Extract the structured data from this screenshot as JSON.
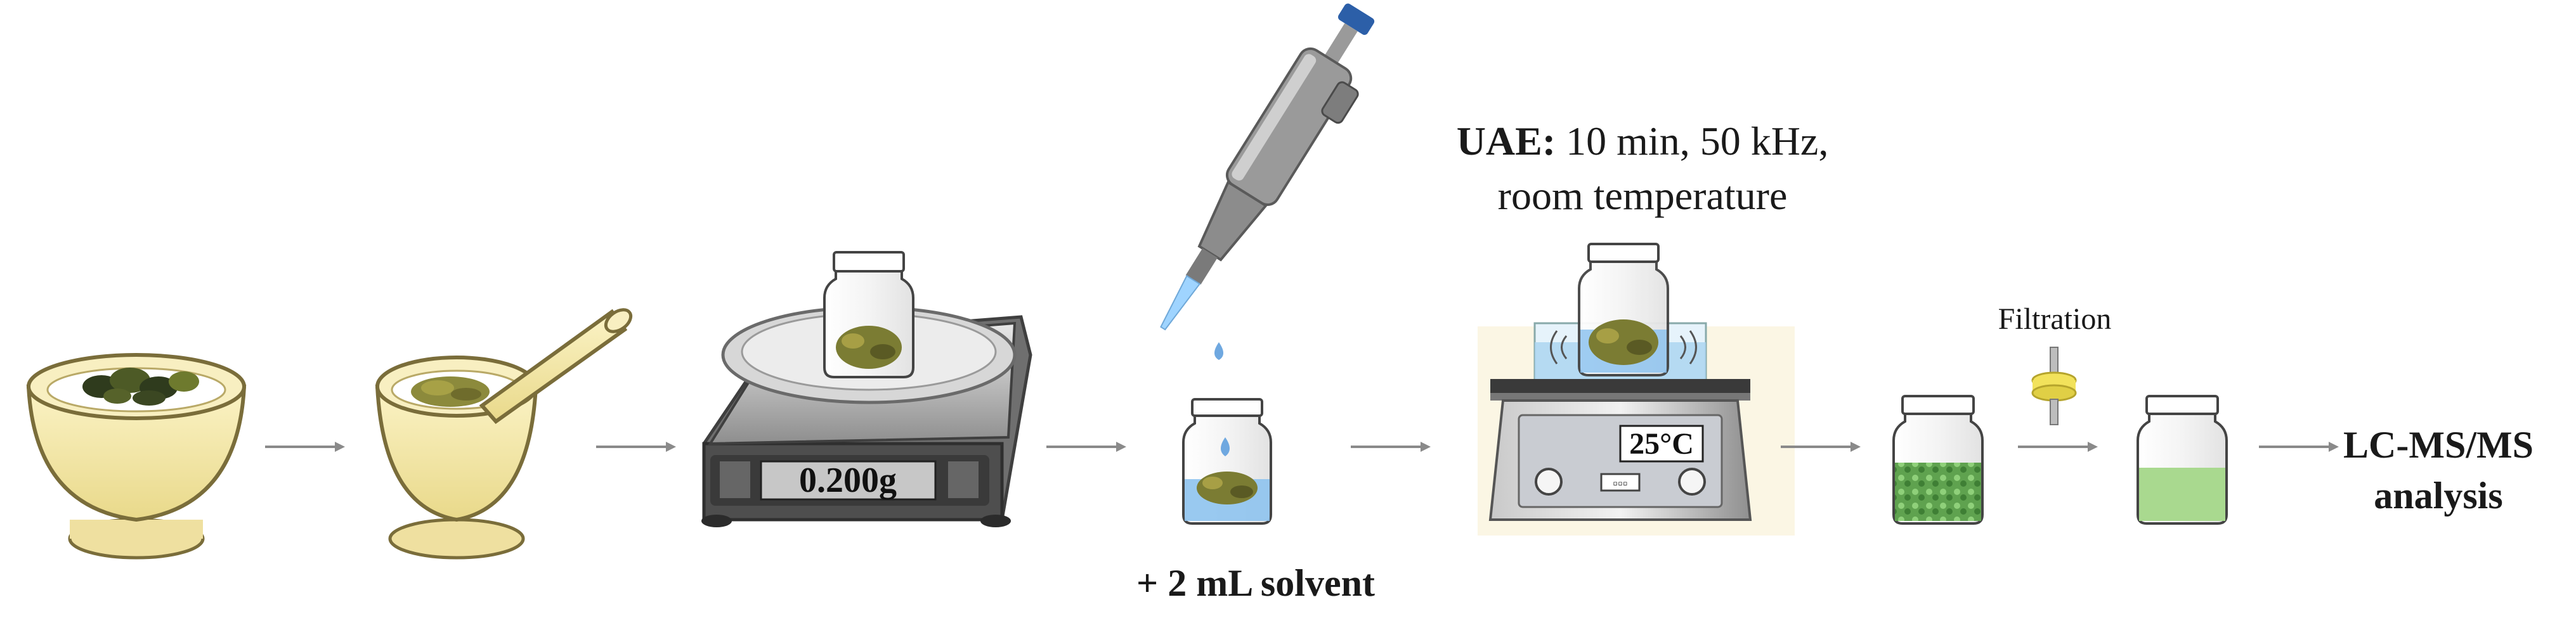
{
  "colors": {
    "bowl": "#f4e7a3",
    "bowl_edge": "#7a6d3a",
    "sample": "#6e7a2e",
    "sample_dark": "#2f3b1d",
    "water": "#7fb2e0",
    "extract_green": "#6cb35a",
    "filtrate_green": "#a9d98f",
    "pipette_grey": "#9a9a9a",
    "pipette_blue": "#2c5fa8",
    "filter_yellow": "#f2e25b",
    "arrow": "#8a8a8a"
  },
  "scale": {
    "display": "0.200g"
  },
  "uae": {
    "label": "UAE:",
    "params_line1": " 10 min, 50 kHz,",
    "params_line2": "room temperature"
  },
  "hotplate": {
    "display": "25°C",
    "buttons_text": "▫▫▫"
  },
  "solvent": {
    "label": "+ 2 mL solvent"
  },
  "filtration": {
    "label": "Filtration"
  },
  "final": {
    "line1": "LC-MS/MS",
    "line2": "analysis"
  },
  "icons": [
    "mortar-icon",
    "mortar-pestle-icon",
    "balance-icon",
    "pipette-icon",
    "vial-icon",
    "ultrasonic-bath-icon",
    "syringe-filter-icon",
    "arrow-icon"
  ]
}
